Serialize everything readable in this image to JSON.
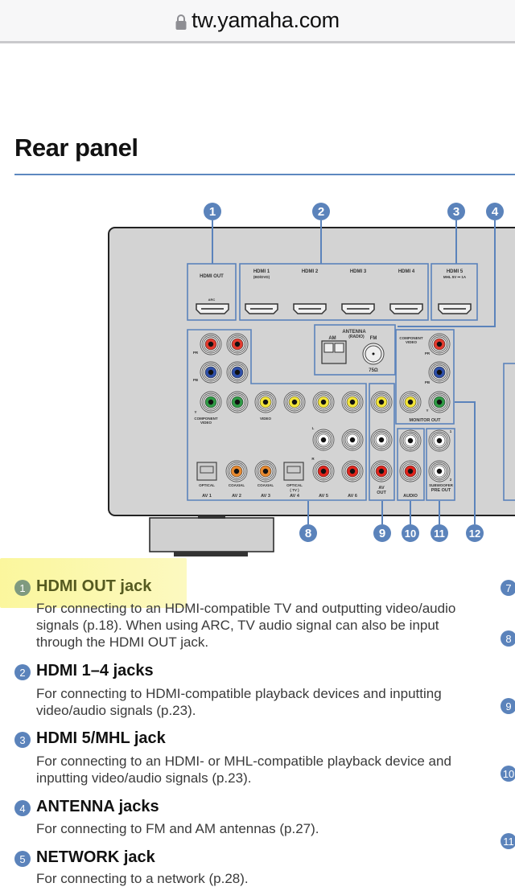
{
  "browser": {
    "url": "tw.yamaha.com",
    "lock_icon": "lock-icon"
  },
  "page": {
    "title": "Rear panel"
  },
  "diagram": {
    "callouts": [
      "1",
      "2",
      "3",
      "4",
      "8",
      "9",
      "10",
      "11",
      "12"
    ],
    "labels": {
      "hdmi_out": "HDMI OUT",
      "arc": "ARC",
      "hdmi1": "HDMI 1",
      "hdmi1_sub": "(BD/DVD)",
      "hdmi2": "HDMI 2",
      "hdmi3": "HDMI 3",
      "hdmi4": "HDMI 4",
      "hdmi5": "HDMI 5",
      "hdmi5_sub": "MHL 5V ⎓ 1A",
      "antenna": "ANTENNA",
      "radio": "(RADIO)",
      "am": "AM",
      "fm": "FM",
      "ohm": "75Ω",
      "pr": "PR",
      "pb": "PB",
      "y": "Y",
      "component_video": "COMPONENT",
      "component_video2": "VIDEO",
      "video": "VIDEO",
      "l": "L",
      "r": "R",
      "optical": "OPTICAL",
      "coaxial": "COAXIAL",
      "tv": "( TV )",
      "av1": "AV 1",
      "av2": "AV 2",
      "av3": "AV 3",
      "av4": "AV 4",
      "av5": "AV 5",
      "av6": "AV 6",
      "av_out1": "AV",
      "av_out2": "OUT",
      "monitor_out": "MONITOR OUT",
      "audio": "AUDIO",
      "sub1": "1",
      "sub2": "2",
      "subwoofer": "SUBWOOFER",
      "pre_out": "PRE OUT"
    }
  },
  "descriptions": [
    {
      "num": "1",
      "title": "HDMI OUT jack",
      "text": "For connecting to an HDMI-compatible TV and outputting video/audio signals (p.18). When using ARC, TV audio signal can also be input through the HDMI OUT jack.",
      "highlighted": true
    },
    {
      "num": "2",
      "title": "HDMI 1–4 jacks",
      "text": "For connecting to HDMI-compatible playback devices and inputting video/audio signals (p.23)."
    },
    {
      "num": "3",
      "title": "HDMI 5/MHL jack",
      "text": "For connecting to an HDMI- or MHL-compatible playback device and inputting video/audio signals (p.23)."
    },
    {
      "num": "4",
      "title": "ANTENNA jacks",
      "text": "For connecting to FM and AM antennas (p.27)."
    },
    {
      "num": "5",
      "title": "NETWORK jack",
      "text": "For connecting to a network (p.28)."
    }
  ],
  "right_column_numbers": [
    "7",
    "8",
    "9",
    "10",
    "11"
  ],
  "colors": {
    "accent": "#5b83bb",
    "highlight": "#faf58c",
    "panel": "#d4d4d4"
  }
}
